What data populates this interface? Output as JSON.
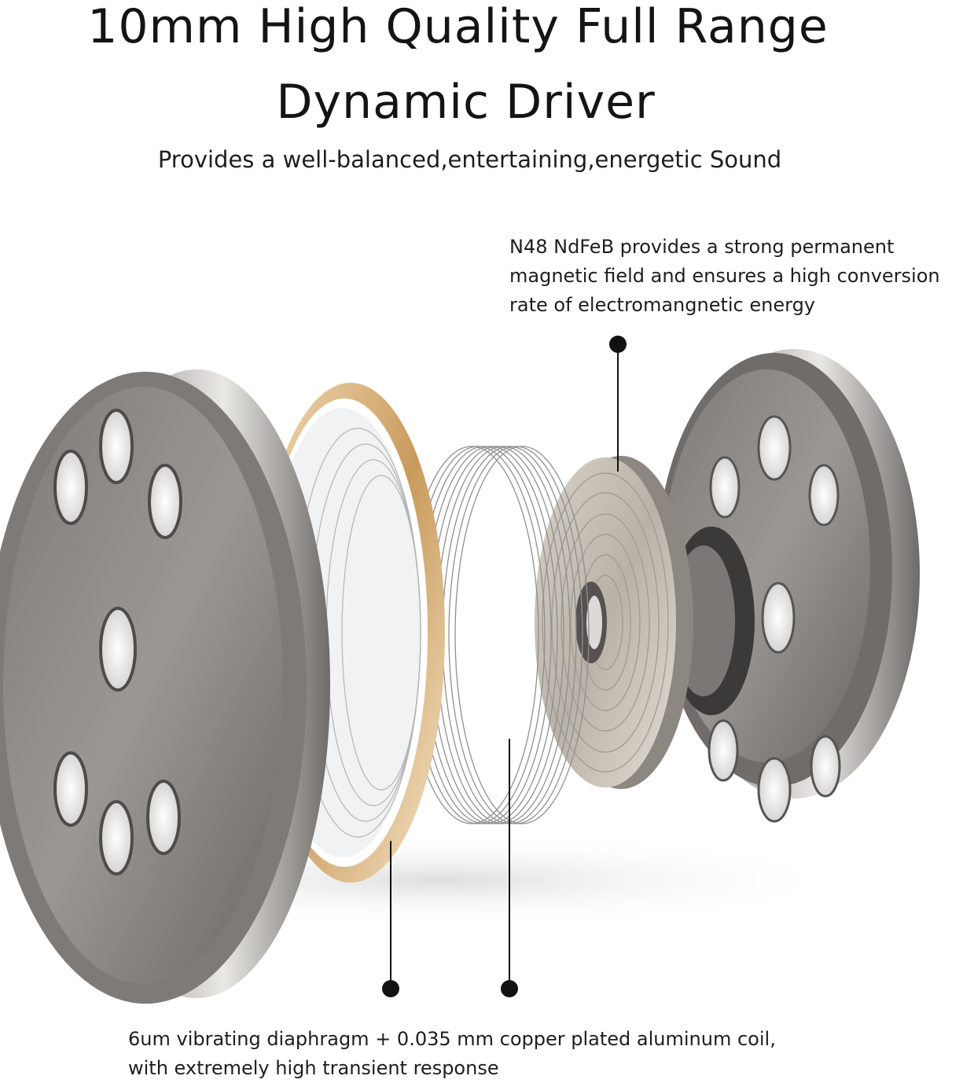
{
  "heading": {
    "line1": "10mm High Quality Full Range",
    "line2": "Dynamic Driver",
    "subtitle": "Provides a well-balanced,entertaining,energetic Sound"
  },
  "callouts": {
    "magnet": {
      "line1": "N48 NdFeB provides a strong permanent",
      "line2": "magnetic field and ensures a high conversion",
      "line3": "rate of electromangnetic energy"
    },
    "diaphragm": {
      "line1": "6um vibrating diaphragm + 0.035 mm copper plated aluminum coil,",
      "line2": "with extremely high transient response"
    }
  },
  "colors": {
    "metal": "#8a8784",
    "gold_ring": "#d9b27a",
    "text": "#1a1a1a"
  }
}
